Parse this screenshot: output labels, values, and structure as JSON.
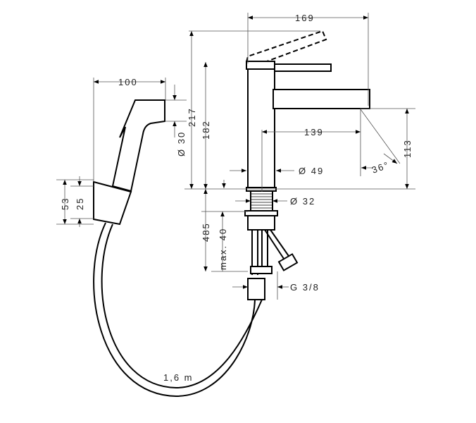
{
  "title": "Basin mixer with bidette hand shower – dimension drawing",
  "dimensions": {
    "width_total": "169",
    "spout_reach": "139",
    "spout_height": "113",
    "spray_angle": "36°",
    "body_diameter": "Ø 49",
    "thread_diameter": "Ø 32",
    "height_total": "217",
    "height_body": "182",
    "hose_length_below": "485",
    "max_deck": "max. 40",
    "connection": "G 3/8",
    "shower_width": "100",
    "shower_diameter": "Ø 30",
    "holder_height": "53",
    "holder_inner": "25",
    "hose_length": "1,6 m"
  }
}
